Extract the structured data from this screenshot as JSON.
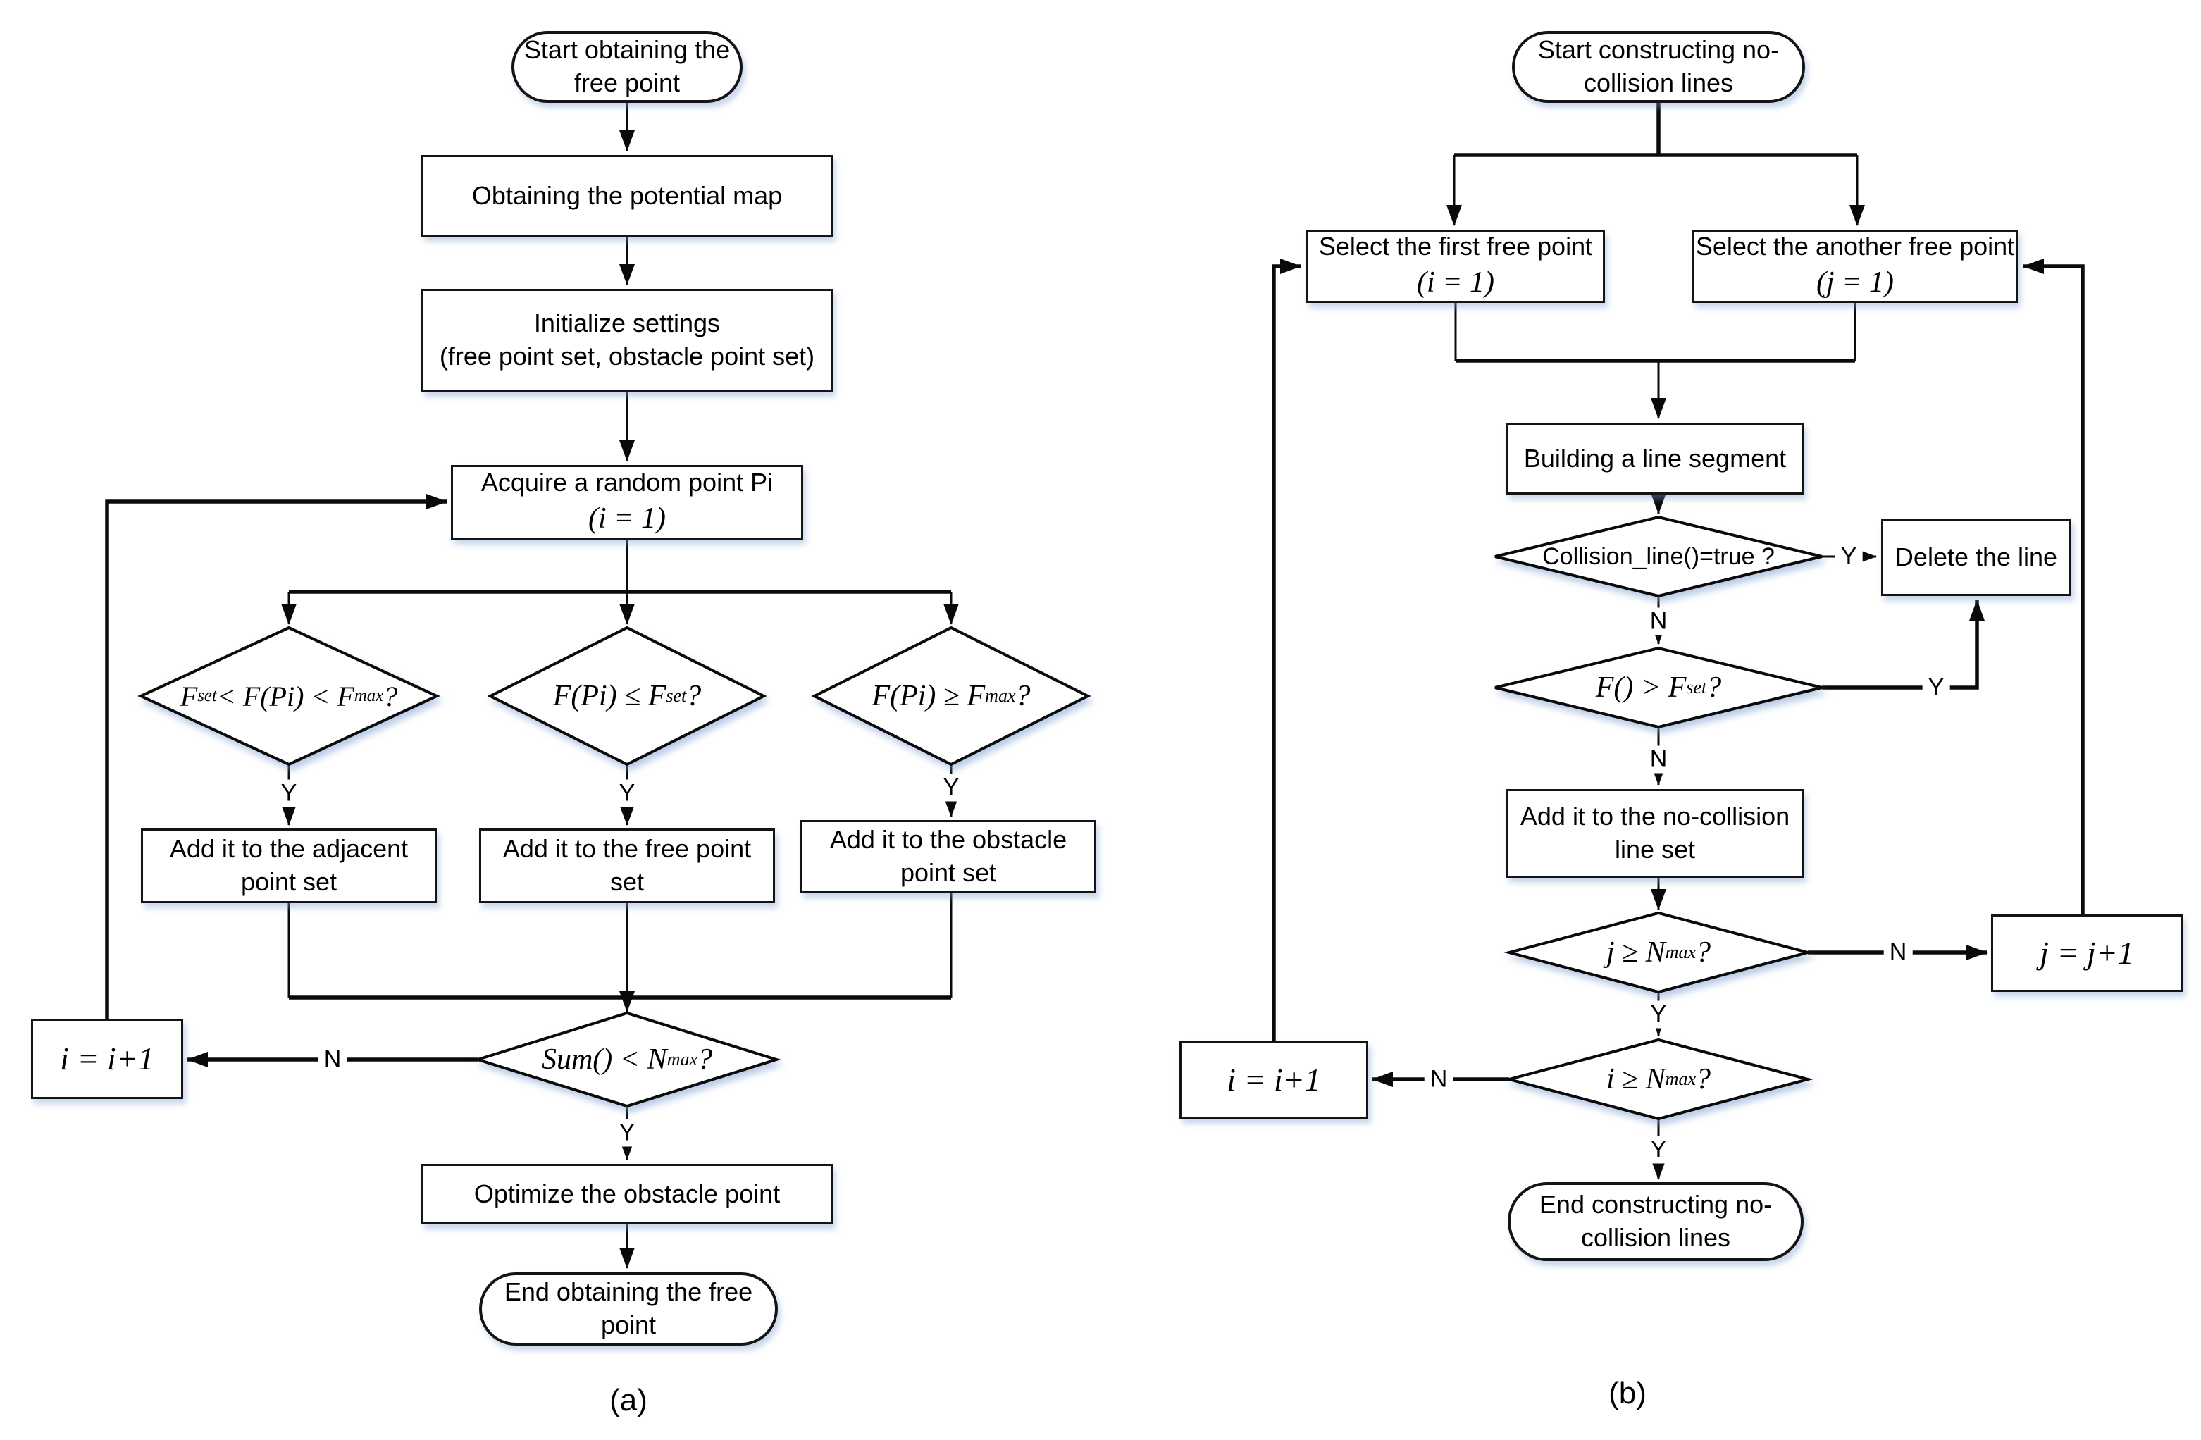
{
  "labels": {
    "yes": "Y",
    "no": "N",
    "fig_a": "(a)",
    "fig_b": "(b)"
  },
  "flowchart_a": {
    "start": [
      "Start obtaining the",
      "free point"
    ],
    "obtain_map": "Obtaining the potential map",
    "initialize": [
      "Initialize  settings",
      "(free point set, obstacle point set)"
    ],
    "acquire": "Acquire a random point Pi",
    "acquire_sub": "(i = 1)",
    "d_adjacent": {
      "pre": "F",
      "sub1": "set",
      "mid": " < F(Pi) < F",
      "sub2": "max",
      "post": " ?"
    },
    "d_free": {
      "pre": "F(Pi) ≤ F",
      "sub1": "set",
      "post": " ?"
    },
    "d_obstacle": {
      "pre": "F(Pi) ≥ F",
      "sub1": "max",
      "post": " ?"
    },
    "add_adjacent": [
      "Add it to the adjacent",
      "point set"
    ],
    "add_free": [
      "Add it to the free point",
      "set"
    ],
    "add_obstacle": [
      "Add it to the obstacle",
      "point set"
    ],
    "d_sum": {
      "pre": "Sum() < N",
      "sub1": "max",
      "post": " ?"
    },
    "increment_i": "i = i+1",
    "optimize": "Optimize the obstacle point",
    "end": [
      "End obtaining the free",
      "point"
    ]
  },
  "flowchart_b": {
    "start": [
      "Start constructing  no-",
      "collision lines"
    ],
    "select_first": "Select the first free point",
    "select_first_sub": "(i = 1)",
    "select_another": "Select the another free point",
    "select_another_sub": "(j = 1)",
    "build": "Building a line segment",
    "d_collision": "Collision_line()=true ?",
    "delete_line": "Delete the line",
    "d_fset": {
      "pre": "F() > F",
      "sub1": "set",
      "post": " ?"
    },
    "add_nocollision": [
      "Add it to the no-collision",
      "line set"
    ],
    "d_jmax": {
      "pre": "j ≥ N",
      "sub1": "max",
      "post": " ?"
    },
    "increment_j": "j = j+1",
    "d_imax": {
      "pre": "i ≥ N",
      "sub1": "max",
      "post": " ?"
    },
    "increment_i": "i = i+1",
    "end": [
      "End constructing no-",
      "collision lines"
    ]
  }
}
